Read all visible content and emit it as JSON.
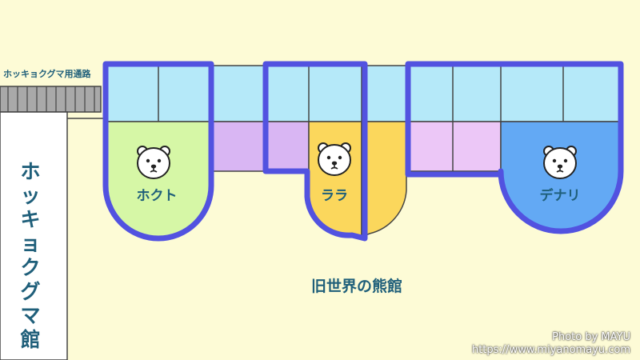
{
  "passage_label": "ホッキョクグマ用通路",
  "building_label": "ホッキョクグマ館",
  "old_building_label": "旧世界の熊館",
  "bears": [
    {
      "name": "ホクト",
      "icon": "polar-bear-face-icon"
    },
    {
      "name": "ララ",
      "icon": "polar-bear-face-icon"
    },
    {
      "name": "デナリ",
      "icon": "polar-bear-face-icon"
    }
  ],
  "credit": {
    "line1": "Photo by MAYU",
    "line2": "https://www.miyanomayu.com"
  },
  "colors": {
    "background": "#fdfbd6",
    "border": "#5252e0",
    "indoor": "#b5e9f9",
    "hokuto_pool": "#d6f7a6",
    "lala_pool": "#fbd75c",
    "denali_pool": "#63a9f4",
    "corridor": "#d9b6f3",
    "corridor_light": "#ecc7f7",
    "label": "#1f5f7a"
  }
}
